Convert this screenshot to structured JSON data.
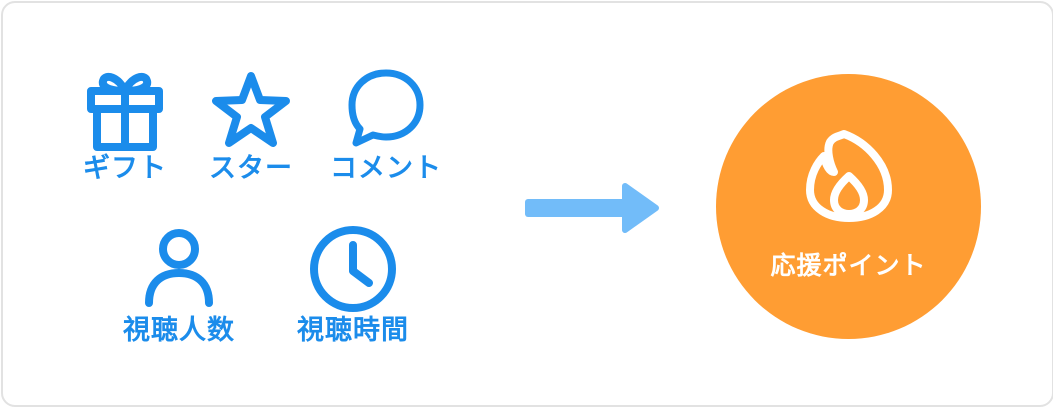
{
  "colors": {
    "icon_blue": "#1b8ceb",
    "arrow_blue": "#72bcf9",
    "orange": "#ff9d33",
    "border": "#e2e2e2"
  },
  "inputs": [
    {
      "label": "ギフト",
      "icon": "gift-icon"
    },
    {
      "label": "スター",
      "icon": "star-icon"
    },
    {
      "label": "コメント",
      "icon": "comment-icon"
    },
    {
      "label": "視聴人数",
      "icon": "person-icon"
    },
    {
      "label": "視聴時間",
      "icon": "clock-icon"
    }
  ],
  "arrow_icon": "right-arrow-icon",
  "result": {
    "label": "応援ポイント",
    "icon": "flame-icon"
  }
}
